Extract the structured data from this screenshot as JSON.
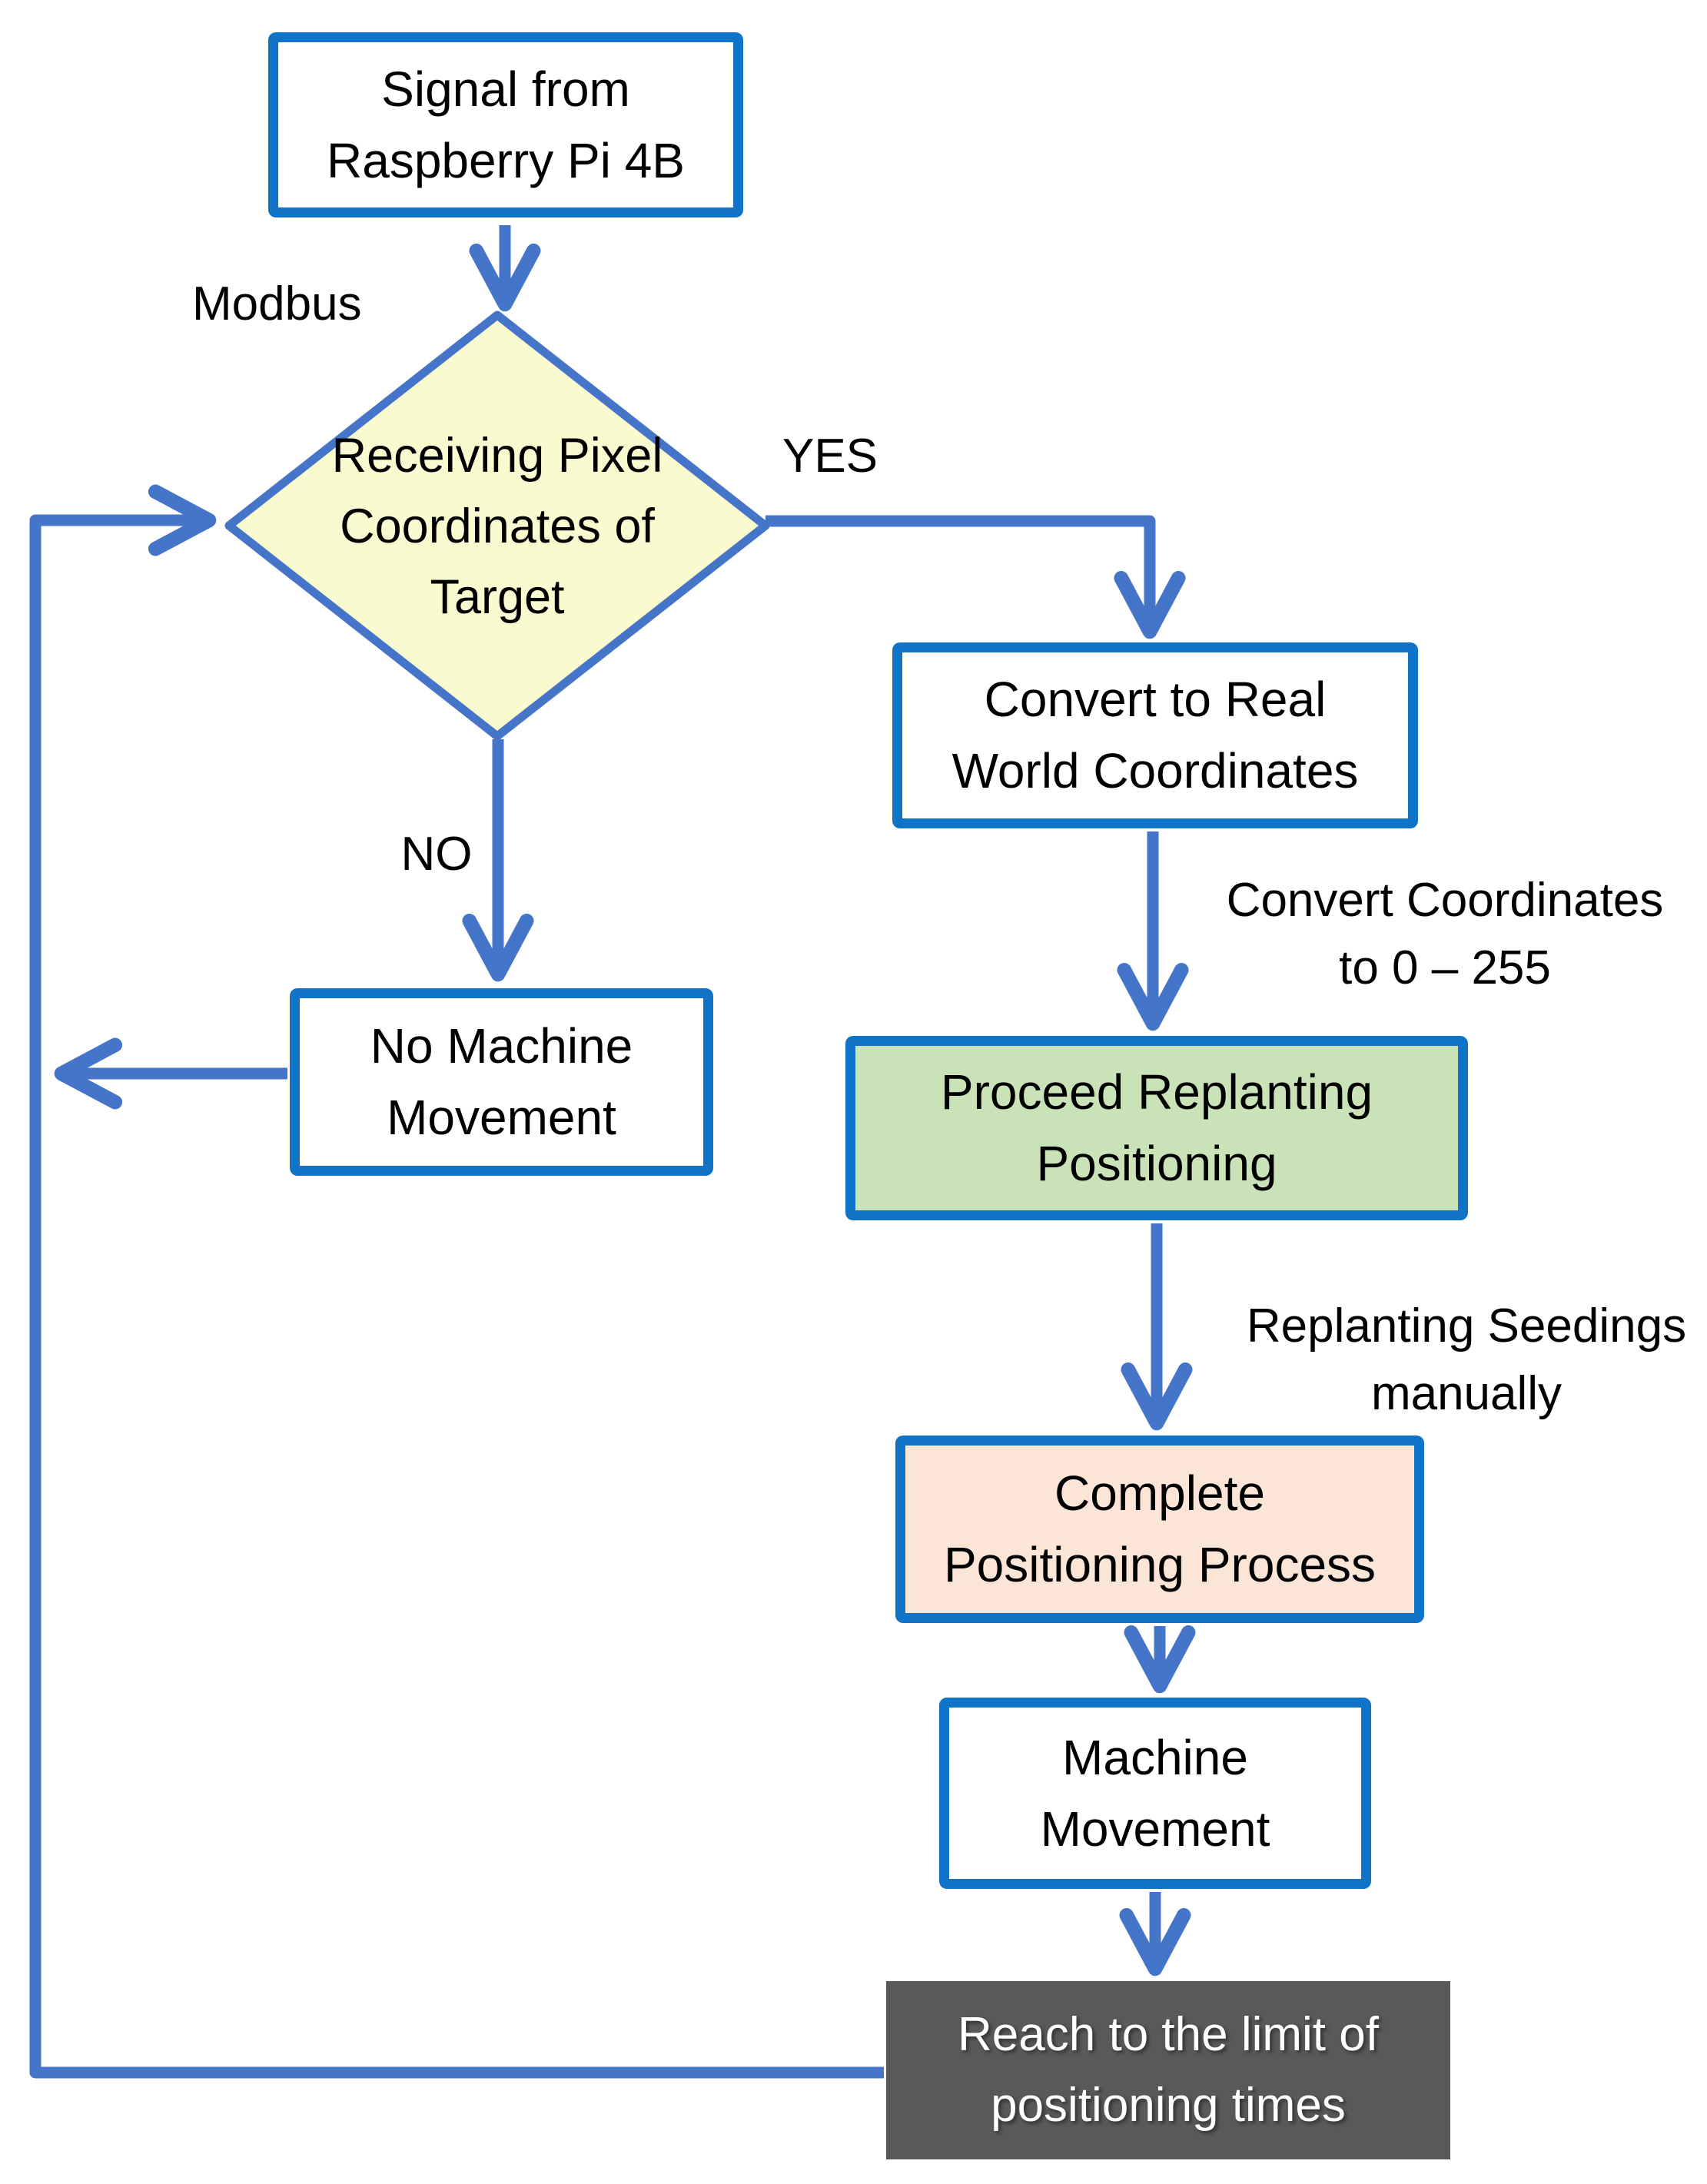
{
  "title": "Replanting positioning flowchart",
  "colors": {
    "box_border_blue": "#1173C8",
    "connector_blue": "#4575C8",
    "decision_fill": "#FAFAD0",
    "proceed_fill": "#C9E2B8",
    "complete_fill": "#FBE5D6",
    "reach_limit_fill": "#595959",
    "text_black": "#000000",
    "text_white": "#FFFFFF"
  },
  "nodes": {
    "signal": {
      "lines": [
        "Signal from",
        "Raspberry Pi 4B"
      ]
    },
    "decision": {
      "lines": [
        "Receiving Pixel",
        "Coordinates of",
        "Target"
      ]
    },
    "convert": {
      "lines": [
        "Convert to Real",
        "World Coordinates"
      ]
    },
    "proceed": {
      "lines": [
        "Proceed Replanting",
        "Positioning"
      ]
    },
    "complete": {
      "lines": [
        "Complete",
        "Positioning Process"
      ]
    },
    "machine": {
      "lines": [
        "Machine",
        "Movement"
      ]
    },
    "no_machine": {
      "lines": [
        "No Machine",
        "Movement"
      ]
    },
    "reach_limit": {
      "lines": [
        "Reach to the limit of",
        "positioning times"
      ]
    }
  },
  "labels": {
    "modbus": "Modbus",
    "yes": "YES",
    "no": "NO",
    "convert_coordinates": {
      "lines": [
        "Convert Coordinates",
        "to 0 – 255"
      ]
    },
    "replanting": {
      "lines": [
        "Replanting Seedings",
        "manually"
      ]
    }
  }
}
